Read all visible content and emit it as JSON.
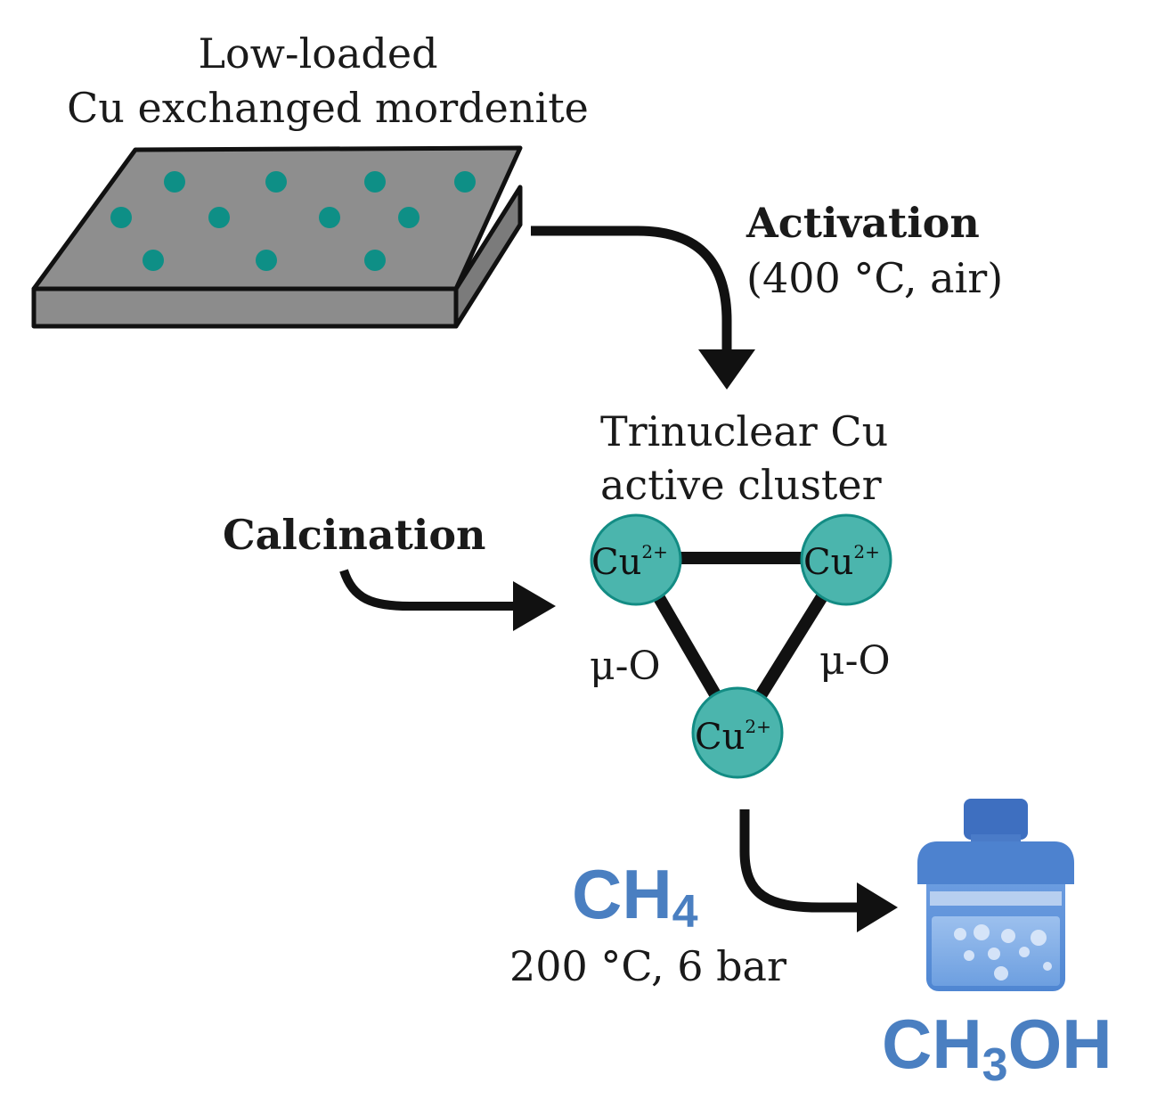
{
  "mordenite": {
    "title_line1": "Low-loaded",
    "title_line2": "Cu exchanged mordenite",
    "plate_color": "#8c8c8c",
    "dot_color": "#0e8f86"
  },
  "activation": {
    "label": "Activation",
    "conditions": "(400 °C, air)"
  },
  "calcination": {
    "label": "Calcination"
  },
  "cluster": {
    "title_line1": "Trinuclear Cu",
    "title_line2": "active cluster",
    "node_label": "Cu",
    "node_charge": "2+",
    "bridge_left": "μ-O",
    "bridge_right": "μ-O",
    "node_color": "#4bb5ad",
    "node_stroke": "#138c84"
  },
  "reaction": {
    "reactant_main": "CH",
    "reactant_sub": "4",
    "conditions": "200 °C, 6 bar",
    "product_main": "CH",
    "product_sub": "3",
    "product_tail": "OH",
    "text_color": "#4a7fc1"
  },
  "bottle": {
    "body_color": "#5b8fd6",
    "cap_color": "#3e6fc0"
  }
}
